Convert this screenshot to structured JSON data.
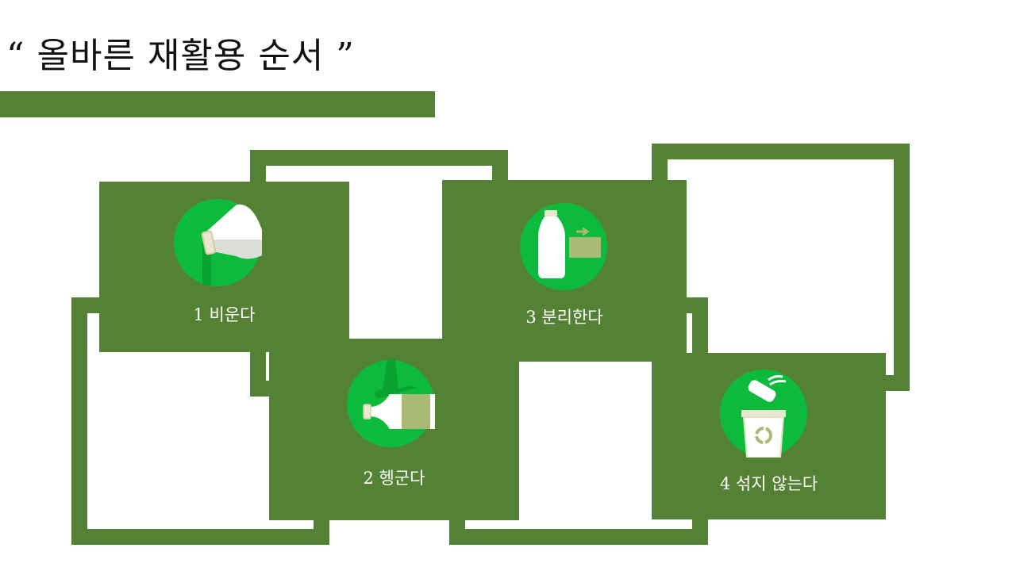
{
  "title": "“ 올바른 재활용 순서 ”",
  "steps": [
    {
      "label": "1 비운다",
      "icon": "pour-bottle-icon"
    },
    {
      "label": "2 헹군다",
      "icon": "rinse-bottle-icon"
    },
    {
      "label": "3 분리한다",
      "icon": "separate-label-icon"
    },
    {
      "label": "4 섞지 않는다",
      "icon": "recycle-bin-icon"
    }
  ],
  "colors": {
    "accent": "#548235",
    "circle": "#0dbb3c",
    "label_tan": "#a9ba74"
  }
}
